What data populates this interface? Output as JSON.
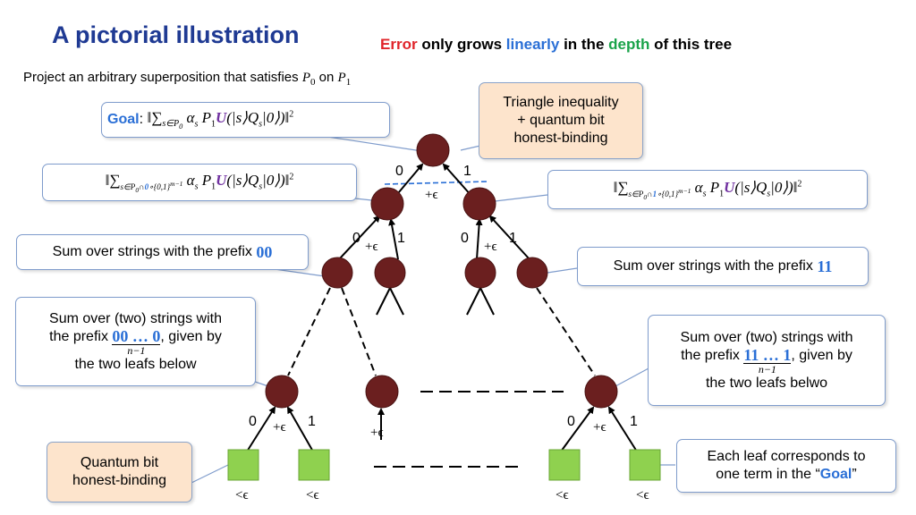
{
  "title": "A pictorial illustration",
  "subtitle": {
    "w1": "Error",
    "w2": "only grows",
    "w3": "linearly",
    "w4": "in the",
    "w5": "depth",
    "w6": "of this tree"
  },
  "project_text": "Project an arbitrary superposition that satisfies",
  "project_p0": "P",
  "project_on": "on",
  "project_p1": "P",
  "goal_label": "Goal",
  "goal_formula": "‖∑ α P U(|s⟩Q |0⟩)‖²",
  "left_formula": "‖∑ α P U(|s⟩Q |0⟩)‖²",
  "right_formula": "‖∑ α P U(|s⟩Q |0⟩)‖²",
  "triangle_box": [
    "Triangle inequality",
    "+ quantum bit",
    "honest-binding"
  ],
  "prefix00_text": "Sum over strings with the prefix",
  "prefix00_bits": "00",
  "prefix11_text": "Sum over strings with the prefix",
  "prefix11_bits": "11",
  "left_two": {
    "line1": "Sum over (two) strings with",
    "line2a": "the prefix",
    "bits": "00 … 0",
    "line2b": ", given by",
    "under": "n−1",
    "line3": "the two leafs below"
  },
  "right_two": {
    "line1": "Sum over (two) strings with",
    "line2a": "the prefix",
    "bits": "11 … 1",
    "line2b": ", given by",
    "under": "n−1",
    "line3": "the two leafs belwo"
  },
  "qbhb_box": [
    "Quantum bit",
    "honest-binding"
  ],
  "leaf_box": {
    "line1": "Each leaf corresponds to",
    "line2a": "one term in the “",
    "goal": "Goal",
    "line2b": "”"
  },
  "edge_labels": {
    "zero": "0",
    "one": "1",
    "plus_eps": "+ϵ",
    "lt_eps": "<ϵ"
  },
  "colors": {
    "node": "#6b1f1f",
    "leaf": "#8fd14f",
    "title": "#1f3a93",
    "accent_blue": "#2a6fd6",
    "red": "#e0242a",
    "green": "#1aa34a"
  }
}
